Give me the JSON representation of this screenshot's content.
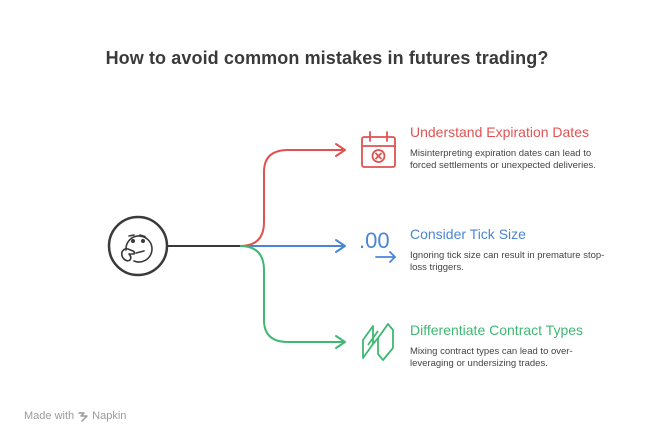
{
  "title": "How to avoid common mistakes in futures trading?",
  "colors": {
    "red": "#e05252",
    "blue": "#4a86d6",
    "green": "#3fb872",
    "dark": "#3a3a3a"
  },
  "hub": {
    "icon": "thinking-face-icon"
  },
  "items": [
    {
      "icon": "calendar-x-icon",
      "title": "Understand Expiration Dates",
      "description": "Misinterpreting expiration dates can lead to forced settlements or unexpected deliveries."
    },
    {
      "icon": "decimal-arrow-icon",
      "icon_text": ".00",
      "title": "Consider Tick Size",
      "description": "Ignoring tick size can result in premature stop-loss triggers."
    },
    {
      "icon": "layers-icon",
      "title": "Differentiate Contract Types",
      "description": "Mixing contract types can lead to over-leveraging or undersizing trades."
    }
  ],
  "footer": {
    "made_with": "Made with",
    "brand": "Napkin"
  }
}
